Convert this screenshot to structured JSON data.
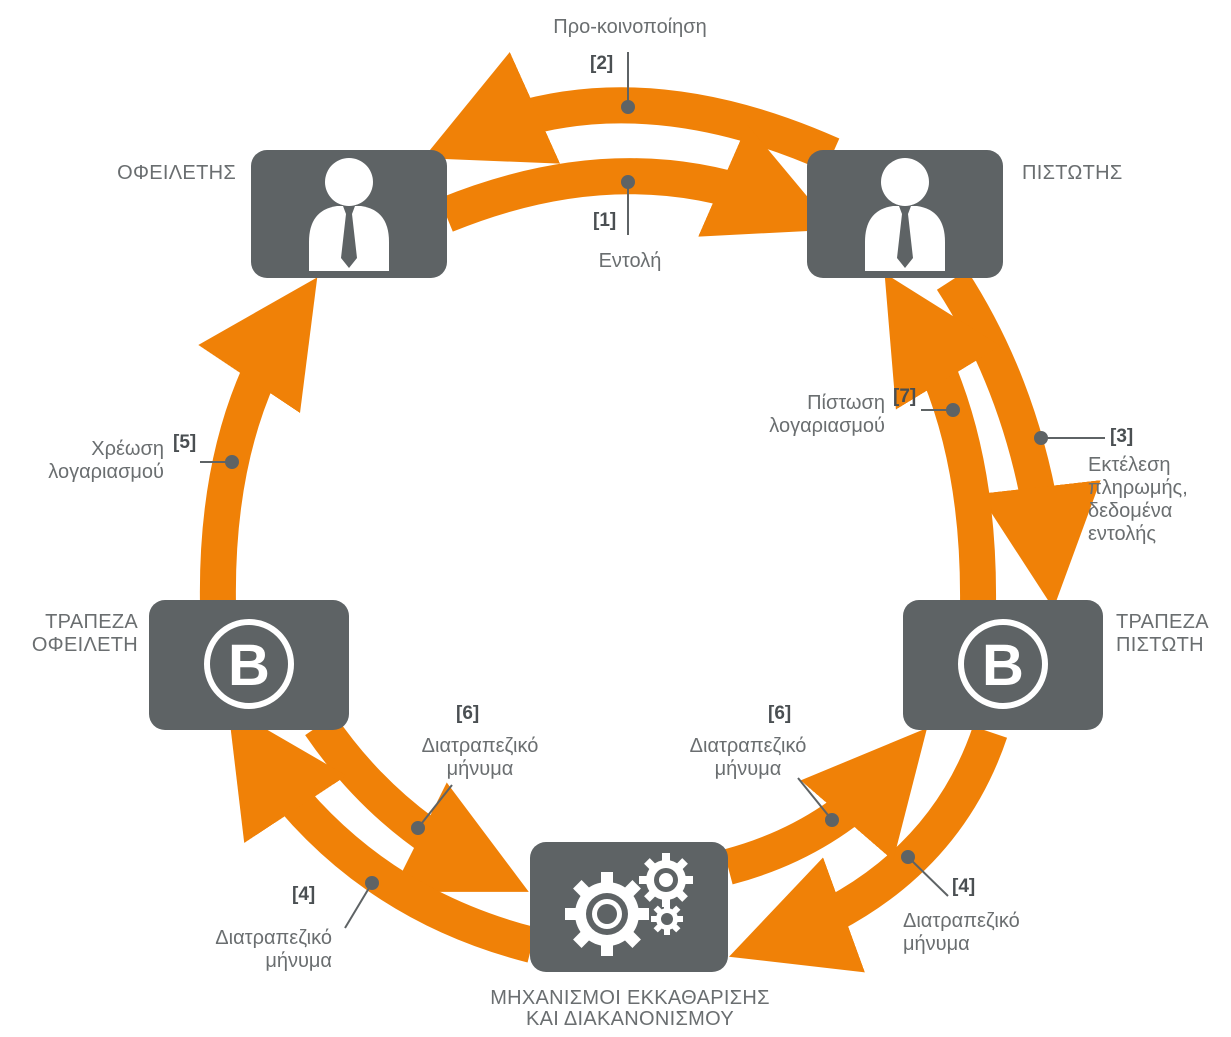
{
  "colors": {
    "arrow": "#f08107",
    "box": "#5e6365",
    "text": "#6a6e70",
    "number": "#4a4f52",
    "leader": "#5e6365"
  },
  "nodes": {
    "debtor": {
      "label": "ΟΦΕΙΛΕΤΗΣ",
      "icon": "person-icon"
    },
    "creditor": {
      "label": "ΠΙΣΤΩΤΗΣ",
      "icon": "person-icon"
    },
    "debtor_bank": {
      "label_line1": "ΤΡΑΠΕΖΑ",
      "label_line2": "ΟΦΕΙΛΕΤΗ",
      "icon": "bank-b-icon"
    },
    "creditor_bank": {
      "label_line1": "ΤΡΑΠΕΖΑ",
      "label_line2": "ΠΙΣΤΩΤΗ",
      "icon": "bank-b-icon"
    },
    "clearing": {
      "label_line1": "ΜΗΧΑΝΙΣΜΟΙ ΕΚΚΑΘΑΡΙΣΗΣ",
      "label_line2": "ΚΑΙ ΔΙΑΚΑΝΟΝΙΣΜΟΥ",
      "icon": "gears-icon"
    }
  },
  "steps": {
    "s1": {
      "number": "[1]",
      "text": "Εντολή"
    },
    "s2": {
      "number": "[2]",
      "text": "Προ-κοινοποίηση"
    },
    "s3": {
      "number": "[3]",
      "line1": "Εκτέλεση",
      "line2": "πληρωμής,",
      "line3": "δεδομένα",
      "line4": "εντολής"
    },
    "s4_left": {
      "number": "[4]",
      "line1": "Διατραπεζικό",
      "line2": "μήνυμα"
    },
    "s4_right": {
      "number": "[4]",
      "line1": "Διατραπεζικό",
      "line2": "μήνυμα"
    },
    "s5": {
      "number": "[5]",
      "line1": "Χρέωση",
      "line2": "λογαριασμού"
    },
    "s6_left": {
      "number": "[6]",
      "line1": "Διατραπεζικό",
      "line2": "μήνυμα"
    },
    "s6_right": {
      "number": "[6]",
      "line1": "Διατραπεζικό",
      "line2": "μήνυμα"
    },
    "s7": {
      "number": "[7]",
      "line1": "Πίστωση",
      "line2": "λογαριασμού"
    }
  }
}
